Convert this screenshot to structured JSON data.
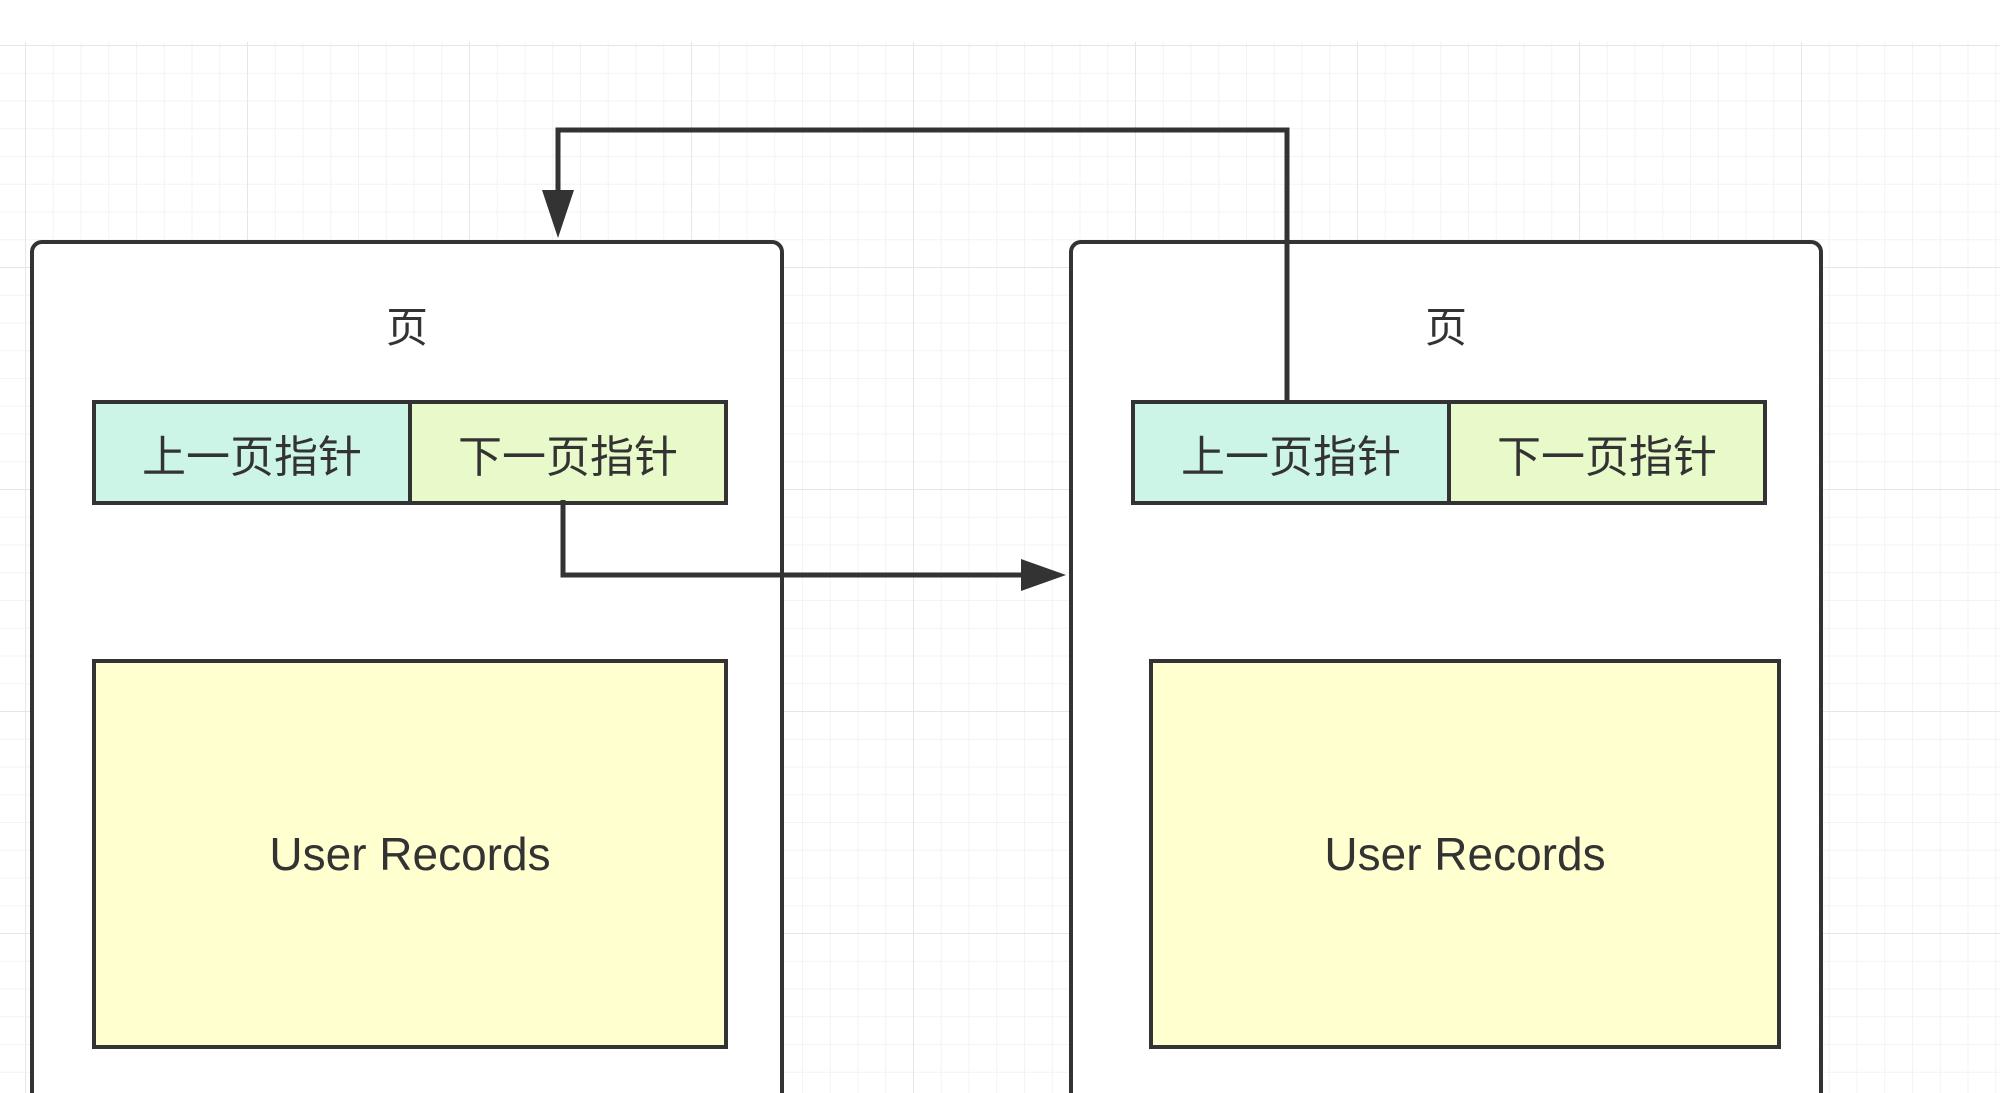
{
  "pages": [
    {
      "title": "页",
      "prev_pointer_label": "上一页指针",
      "next_pointer_label": "下一页指针",
      "records_label": "User Records"
    },
    {
      "title": "页",
      "prev_pointer_label": "上一页指针",
      "next_pointer_label": "下一页指针",
      "records_label": "User Records"
    }
  ],
  "colors": {
    "stroke": "#333333",
    "prev_pointer_fill": "#ccf5e8",
    "next_pointer_fill": "#e8fac9",
    "records_fill": "#ffffcf",
    "grid_line": "#e6e6e6"
  }
}
